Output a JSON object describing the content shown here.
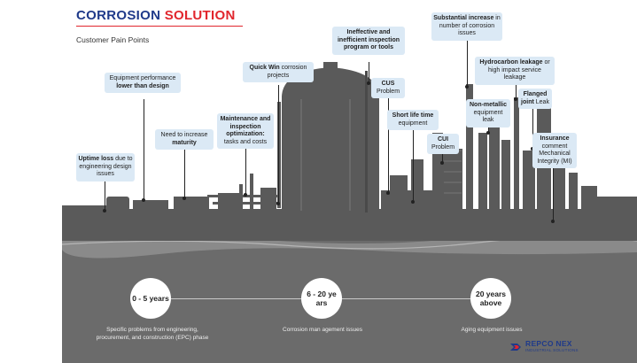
{
  "title": {
    "part1": "CORROSION",
    "part2": "SOLUTION"
  },
  "subtitle": "Customer Pain Points",
  "callouts": {
    "uptime": {
      "bold": "Uptime loss",
      "rest": " due to engineering design issues"
    },
    "performance": {
      "pre": "Equipment performance ",
      "bold": "lower than design"
    },
    "maturity": {
      "pre": "Need to increase ",
      "bold": "maturity"
    },
    "maintenance": {
      "bold": "Maintenance and inspection optimization:",
      "rest": " tasks and costs"
    },
    "quickwin": {
      "bold": "Quick Win",
      "rest": " corrosion projects"
    },
    "ineffective": {
      "bold": "Ineffective and inefficient inspection program or tools"
    },
    "cus": {
      "bold": "CUS",
      "rest": " Problem"
    },
    "shortlife": {
      "bold": "Short life time",
      "rest": " equipment"
    },
    "cui": {
      "bold": "CUI",
      "rest": " Problem"
    },
    "substantial": {
      "bold": "Substantial increase",
      "rest": " in number of corrosion issues"
    },
    "hydrocarbon": {
      "bold": "Hydrocarbon leakage",
      "rest": " or high impact service leakage"
    },
    "nonmetallic": {
      "bold": "Non-metallic",
      "rest": " equipment leak"
    },
    "flanged": {
      "bold": "Flanged joint",
      "rest": " Leak"
    },
    "insurance": {
      "bold": "Insurance",
      "rest": " comment Mechanical Integrity (MI)"
    }
  },
  "timeline": [
    {
      "label": "0 - 5 years",
      "caption": "Specific problems from engineering, procurement, and construction (EPC) phase"
    },
    {
      "label": "6 - 20 ye ars",
      "caption": "Corrosion man agement issues"
    },
    {
      "label": "20 years above",
      "caption": "Aging equipment issues"
    }
  ],
  "logo": {
    "name": "REPCO NEX",
    "sub": "INDUSTRIAL SOLUTIONS"
  },
  "colors": {
    "navy": "#1f3a8a",
    "red": "#e1262d",
    "plant": "#5a5a5a",
    "ground": "#6b6b6b",
    "callout_bg": "#dbe9f5"
  }
}
